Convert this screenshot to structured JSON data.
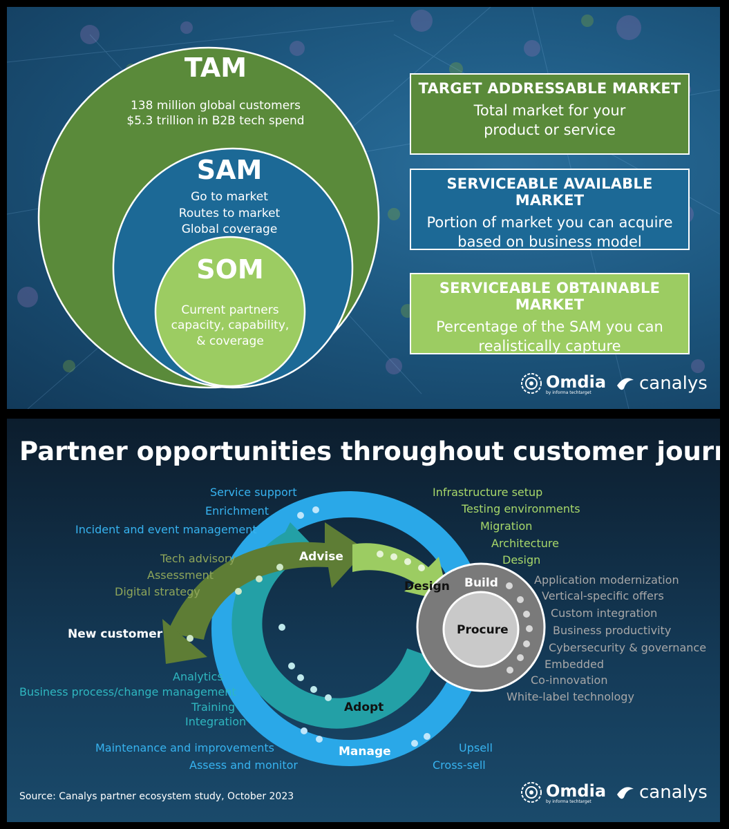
{
  "tam": {
    "circle_title": "TAM",
    "circle_lines": [
      "138 million global customers",
      "$5.3 trillion in B2B tech spend"
    ],
    "box_title": "TARGET ADDRESSABLE MARKET",
    "box_desc": [
      "Total market for your",
      "product or service"
    ]
  },
  "sam": {
    "circle_title": "SAM",
    "circle_lines": [
      "Go to market",
      "Routes to market",
      "Global coverage"
    ],
    "box_title": "SERVICEABLE AVAILABLE MARKET",
    "box_desc": [
      "Portion of market you can acquire",
      "based on business model"
    ]
  },
  "som": {
    "circle_title": "SOM",
    "circle_lines": [
      "Current partners",
      "capacity, capability,",
      "& coverage"
    ],
    "box_title": "SERVICEABLE OBTAINABLE MARKET",
    "box_desc": [
      "Percentage of the SAM you can",
      "realistically capture"
    ]
  },
  "logos": {
    "omdia": "Omdia",
    "omdia_sub": "by informa techtarget",
    "canalys": "canalys"
  },
  "journey": {
    "title": "Partner opportunities throughout customer journey",
    "stages": {
      "new_customer": "New customer",
      "advise": "Advise",
      "design": "Design",
      "build": "Build",
      "procure": "Procure",
      "adopt": "Adopt",
      "manage": "Manage"
    },
    "manage_top_items": [
      "Service support",
      "Enrichment",
      "Incident and event management"
    ],
    "advise_items": [
      "Tech advisory",
      "Assessment",
      "Digital strategy"
    ],
    "design_items": [
      "Infrastructure setup",
      "Testing environments",
      "Migration",
      "Architecture",
      "Design"
    ],
    "build_items": [
      "Application modernization",
      "Vertical-specific offers",
      "Custom integration",
      "Business productivity",
      "Cybersecurity & governance",
      "Embedded",
      "Co-innovation",
      "White-label technology"
    ],
    "adopt_items": [
      "Analytics",
      "Business process/change management",
      "Training",
      "Integration"
    ],
    "manage_left_items": [
      "Maintenance and improvements",
      "Assess and monitor"
    ],
    "manage_right_items": [
      "Upsell",
      "Cross-sell"
    ],
    "source": "Source: Canalys partner ecosystem study, October 2023",
    "colors": {
      "blue": "#2aa8e8",
      "teal": "#23a0a6",
      "olive": "#5e7d35",
      "lime": "#9ccc62",
      "grey": "#7a7a7a",
      "lightgrey": "#c9c9c9"
    }
  }
}
